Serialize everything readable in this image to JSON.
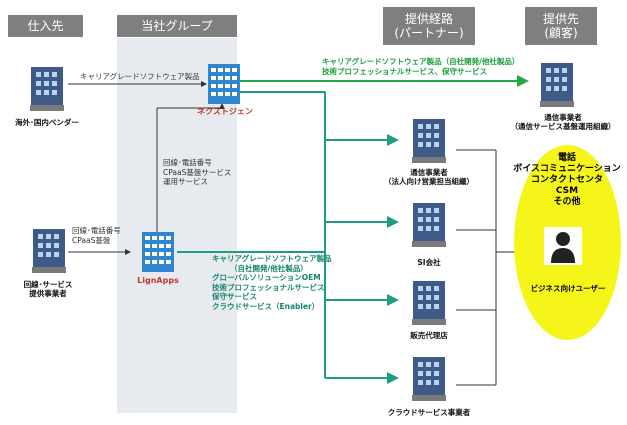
{
  "headers": {
    "supplier": "仕入先",
    "group": "当社グループ",
    "channel_line1": "提供経路",
    "channel_line2": "(パートナー)",
    "dest_line1": "提供先",
    "dest_line2": "(顧客)"
  },
  "nodes": {
    "overseas_vendor": "海外･国内ベンダー",
    "line_provider_1": "回線･サービス",
    "line_provider_2": "提供事業者",
    "nextgen": "ネクストジェン",
    "lignapps": "LignApps",
    "telecom_corp_1": "通信事業者",
    "telecom_corp_2": "（法人向け営業担当組織）",
    "si": "SI会社",
    "reseller": "販売代理店",
    "cloud": "クラウドサービス事業者",
    "telecom_infra_1": "通信事業者",
    "telecom_infra_2": "（通信サービス基盤運用組織）"
  },
  "edges": {
    "vendor_to_nextgen": "キャリアグレードソフトウェア製品",
    "lineprov_to_lign_1": "回線･電話番号",
    "lineprov_to_lign_2": "CPaaS基盤",
    "lign_to_nextgen_1": "回線･電話番号",
    "lign_to_nextgen_2": "CPaaS基盤サービス",
    "lign_to_nextgen_3": "運用サービス",
    "nextgen_to_infra_1": "キャリアグレードソフトウェア製品（自社開発/他社製品）",
    "nextgen_to_infra_2": "技術プロフェッショナルサービス、保守サービス",
    "to_partners_1": "キャリアグレードソフトウェア製品",
    "to_partners_2": "（自社開発/他社製品）",
    "to_partners_3": "グローバルソリューションOEM",
    "to_partners_4": "技術プロフェッショナルサービス",
    "to_partners_5": "保守サービス",
    "to_partners_6": "クラウドサービス（Enabler）"
  },
  "customers": {
    "lines": [
      "電話",
      "ボイスコミュニケーション",
      "コンタクトセンタ",
      "CSM",
      "その他"
    ],
    "business_users": "ビジネス向けユーザー"
  },
  "colors": {
    "header_bg": "#7f7f7f",
    "group_bg": "#e7ebef",
    "teal_arrow": "#1f9c84",
    "green_arrow": "#22a845",
    "highlight": "#f5f51a"
  }
}
